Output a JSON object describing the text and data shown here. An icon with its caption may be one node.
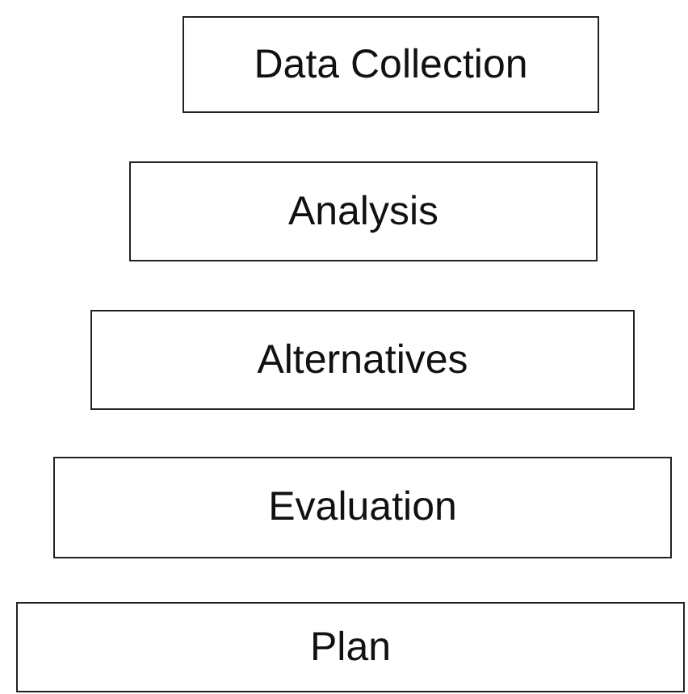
{
  "diagram": {
    "nodes": [
      {
        "text": [
          "Data Collection"
        ]
      },
      {
        "text": [
          "Analysis"
        ]
      },
      {
        "text": [
          "Alternatives"
        ]
      },
      {
        "text": [
          "Evaluation"
        ]
      },
      {
        "text": [
          "Plan"
        ]
      }
    ]
  }
}
